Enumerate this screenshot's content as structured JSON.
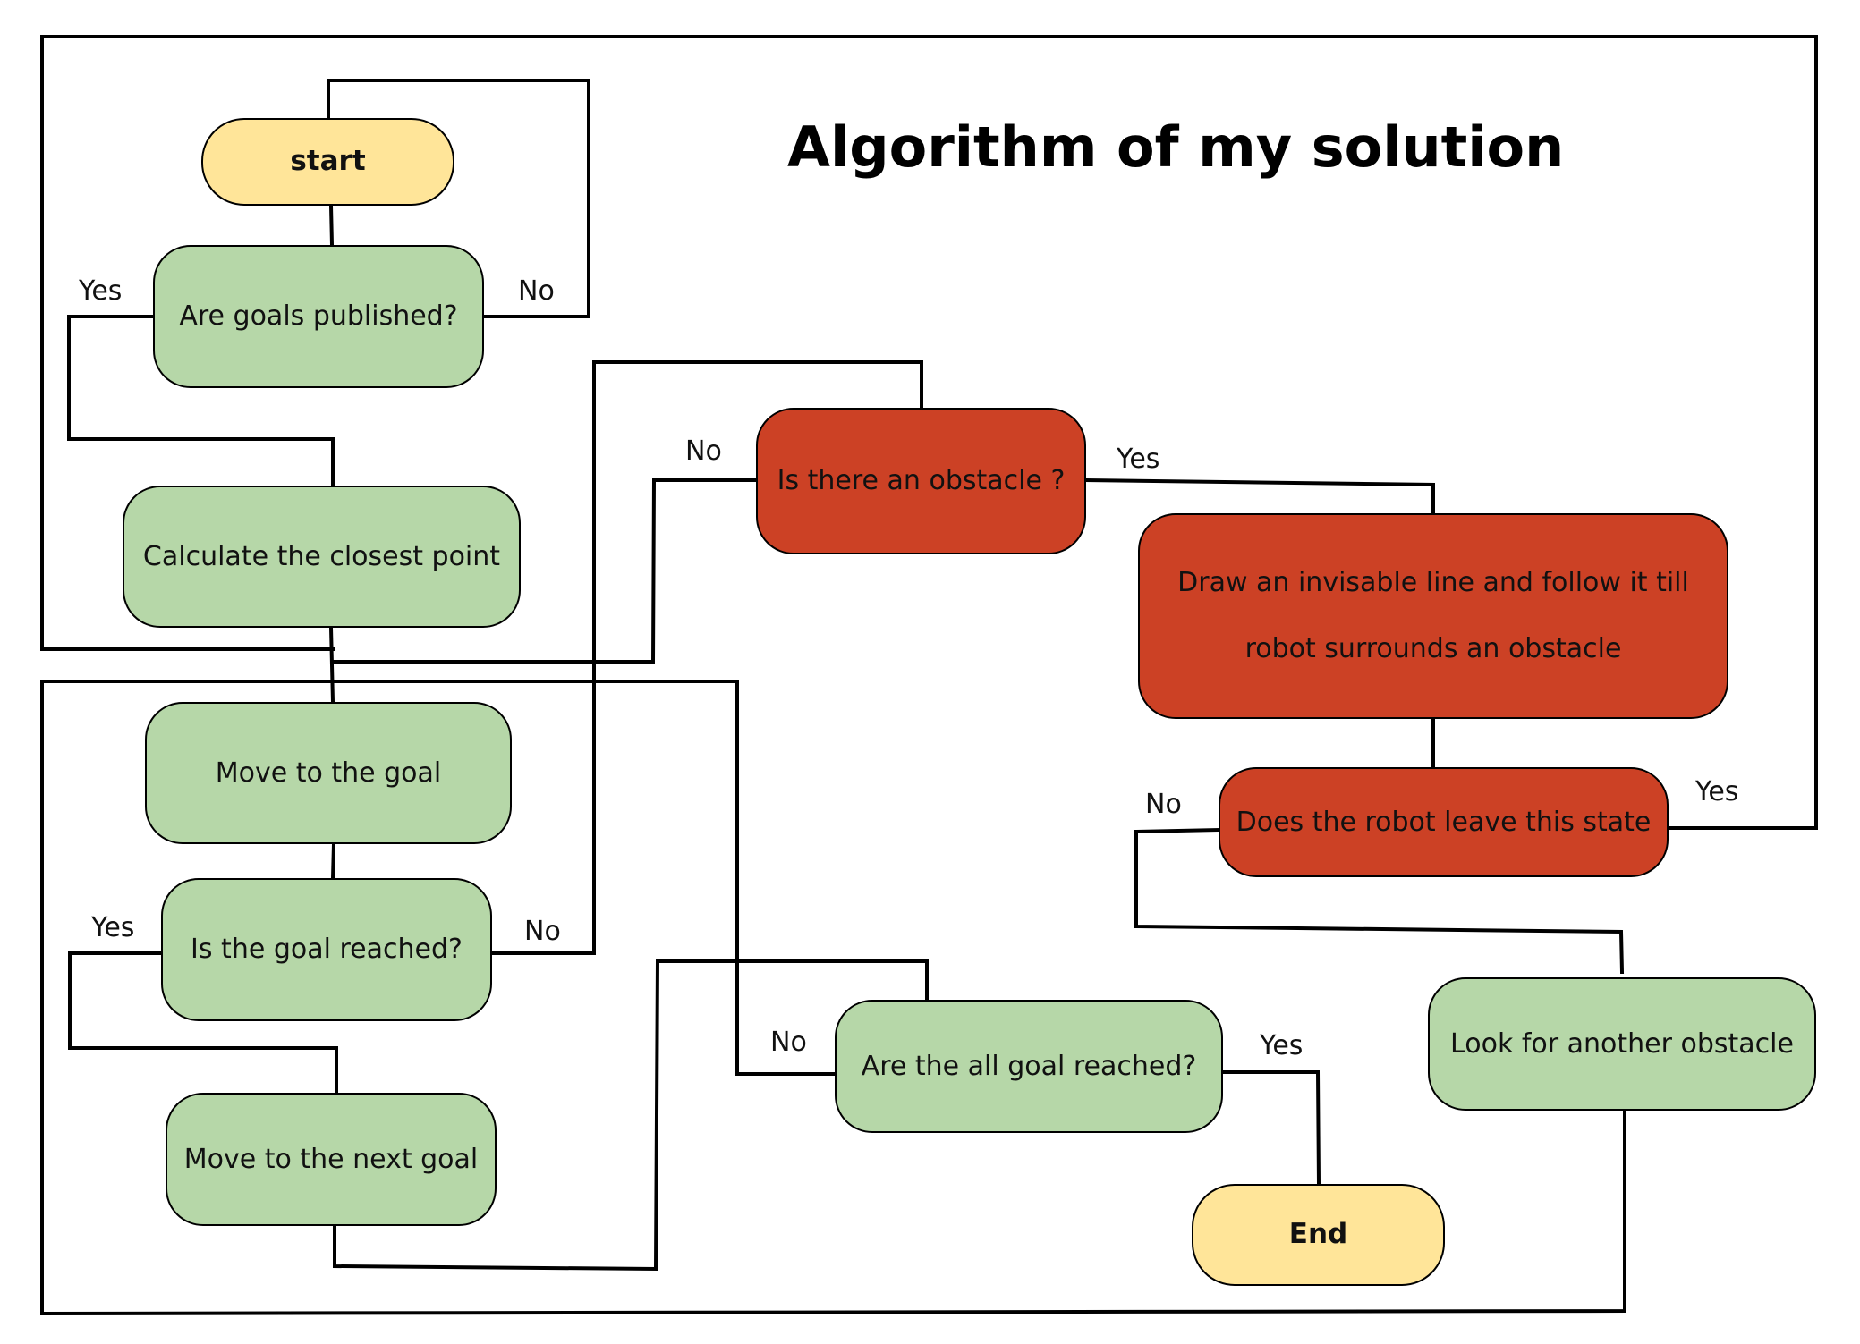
{
  "title": "Algorithm of my solution",
  "colors": {
    "terminal": "#ffe599",
    "process": "#b6d7a8",
    "obstacle": "#cc4125",
    "line": "#000000"
  },
  "nodes": {
    "start": "start",
    "goals_published": "Are goals published?",
    "closest_point": "Calculate the closest point",
    "move_goal": "Move to the goal",
    "goal_reached": "Is the goal reached?",
    "next_goal": "Move to the next goal",
    "obstacle_q": "Is there an obstacle ?",
    "invisible_line_1": "Draw an invisable line and follow it till",
    "invisible_line_2": "robot surrounds an obstacle",
    "leave_state": "Does the robot leave this state",
    "another_obstacle": "Look for another obstacle",
    "all_goals": "Are the all goal reached?",
    "end": "End"
  },
  "edge_labels": {
    "published_yes": "Yes",
    "published_no": "No",
    "obstacle_no": "No",
    "obstacle_yes": "Yes",
    "reached_yes": "Yes",
    "reached_no": "No",
    "leave_no": "No",
    "leave_yes": "Yes",
    "all_no": "No",
    "all_yes": "Yes"
  }
}
